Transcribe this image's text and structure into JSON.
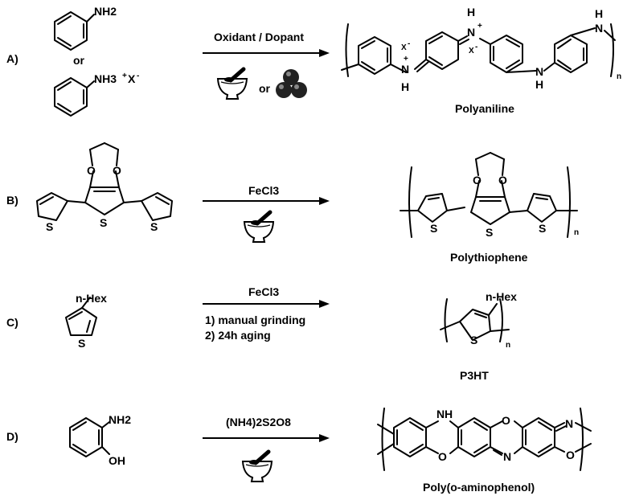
{
  "rows": [
    {
      "label": "A)",
      "reactant": {
        "atom_top": "NH2",
        "or": "or",
        "atom_bottom": "NH3",
        "atom_bottom_plus": "+",
        "atom_bottom_x": "X",
        "atom_bottom_minus": "-"
      },
      "arrow": {
        "above": "Oxidant / Dopant",
        "below_or": "or"
      },
      "product": {
        "name": "Polyaniline",
        "n": "n",
        "atoms": {
          "n1": "N",
          "h1": "H",
          "plus1": "+",
          "x1": "X",
          "minus1": "-",
          "n2": "N",
          "h2": "H",
          "plus2": "+",
          "x2": "X",
          "minus2": "-",
          "n3": "N",
          "h3": "H",
          "n4": "N",
          "h4": "H"
        }
      }
    },
    {
      "label": "B)",
      "reactant": {
        "o1": "O",
        "o2": "O",
        "s1": "S",
        "s2": "S",
        "s3": "S"
      },
      "arrow": {
        "above": "FeCl3"
      },
      "product": {
        "name": "Polythiophene",
        "n": "n",
        "o1": "O",
        "o2": "O",
        "s1": "S",
        "s2": "S",
        "s3": "S"
      }
    },
    {
      "label": "C)",
      "reactant": {
        "substituent": "n-Hex",
        "s": "S"
      },
      "arrow": {
        "above": "FeCl3",
        "step1": "1) manual grinding",
        "step2": "2) 24h aging"
      },
      "product": {
        "name": "P3HT",
        "substituent": "n-Hex",
        "s": "S",
        "n": "n"
      }
    },
    {
      "label": "D)",
      "reactant": {
        "nh2": "NH2",
        "oh": "OH"
      },
      "arrow": {
        "above": "(NH4)2S2O8"
      },
      "product": {
        "name": "Poly(o-aminophenol)",
        "nh": "H",
        "n_top_left": "N",
        "o_top": "O",
        "n_top_right": "N",
        "o_bottom_left": "O",
        "n_bottom": "N",
        "o_bottom_right": "O"
      }
    }
  ],
  "icons": [
    "mortar-pestle-icon",
    "ball-mill-icon"
  ]
}
